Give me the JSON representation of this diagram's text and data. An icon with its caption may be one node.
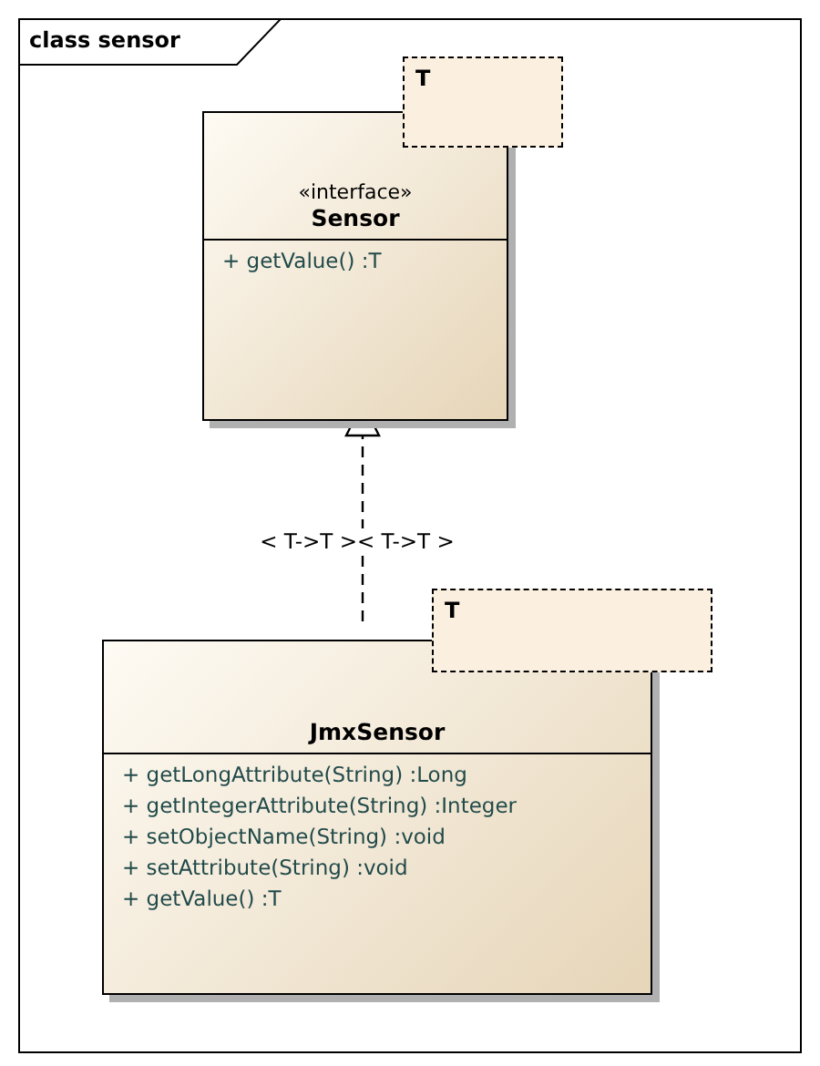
{
  "diagram": {
    "nodes": [
      {
        "text": [
          "class sensor"
        ]
      },
      {
        "text": [
          "«interface»",
          "Sensor",
          "+ getValue() :T"
        ],
        "in": 0
      },
      {
        "text": [
          "T"
        ],
        "in": 0
      },
      {
        "text": [
          "JmxSensor",
          "+ getLongAttribute(String) :Long",
          "+ getIntegerAttribute(String) :Integer",
          "+ setObjectName(String) :void",
          "+ setAttribute(String) :void",
          "+ getValue() :T"
        ],
        "in": 0
      },
      {
        "text": [
          "T"
        ],
        "in": 0
      }
    ],
    "edges": [
      {
        "from": 3,
        "to": 1,
        "arrow": "to",
        "style": "dashed",
        "label": "< T->T >< T->T >"
      }
    ]
  }
}
